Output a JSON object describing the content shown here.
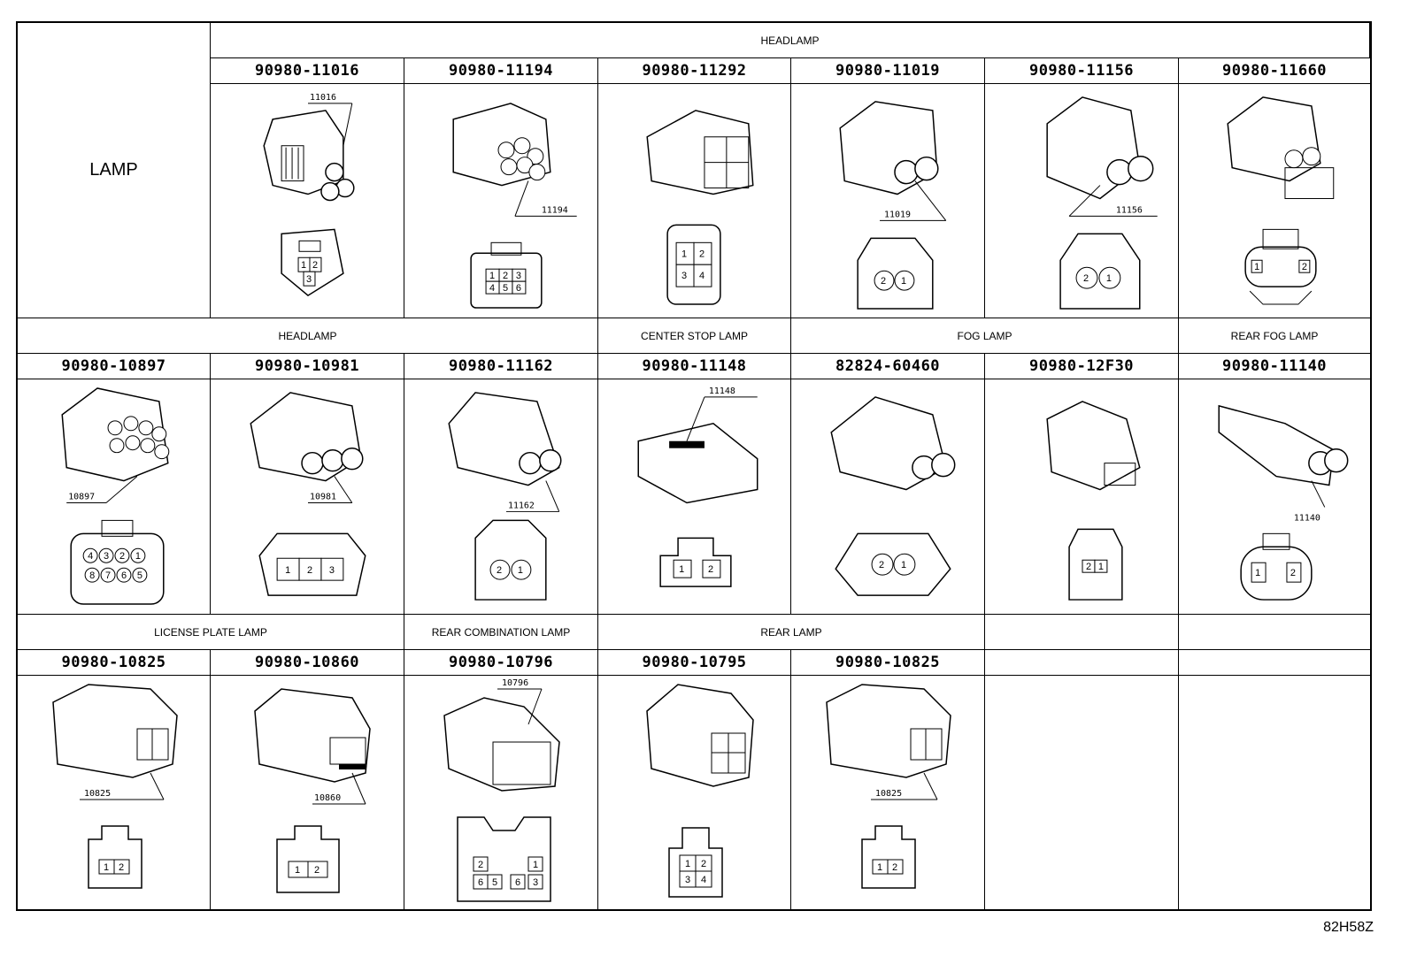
{
  "header_label": "LAMP",
  "drawing_number": "82H58Z",
  "rows": [
    {
      "sections": [
        {
          "label": "HEADLAMP",
          "span": 6
        }
      ],
      "parts": [
        "90980-11016",
        "90980-11194",
        "90980-11292",
        "90980-11019",
        "90980-11156",
        "90980-11660"
      ],
      "callouts": [
        "11016",
        "11194",
        "",
        "11019",
        "11156",
        ""
      ],
      "pins": [
        [
          "1",
          "2",
          "3"
        ],
        [
          "1",
          "2",
          "3",
          "4",
          "5",
          "6"
        ],
        [
          "1",
          "2",
          "3",
          "4"
        ],
        [
          "2",
          "1"
        ],
        [
          "2",
          "1"
        ],
        [
          "1",
          "2"
        ]
      ]
    },
    {
      "sections": [
        {
          "label": "HEADLAMP",
          "span": 3
        },
        {
          "label": "CENTER STOP LAMP",
          "span": 1
        },
        {
          "label": "FOG LAMP",
          "span": 2
        },
        {
          "label": "REAR FOG LAMP",
          "span": 1
        }
      ],
      "parts": [
        "90980-10897",
        "90980-10981",
        "90980-11162",
        "90980-11148",
        "82824-60460",
        "90980-12F30",
        "90980-11140"
      ],
      "callouts": [
        "10897",
        "10981",
        "11162",
        "11148",
        "",
        "",
        "11140"
      ],
      "pins": [
        [
          "4",
          "3",
          "2",
          "1",
          "8",
          "7",
          "6",
          "5"
        ],
        [
          "1",
          "2",
          "3"
        ],
        [
          "2",
          "1"
        ],
        [
          "1",
          "2"
        ],
        [
          "2",
          "1"
        ],
        [
          "2",
          "1"
        ],
        [
          "1",
          "2"
        ]
      ]
    },
    {
      "sections": [
        {
          "label": "LICENSE PLATE LAMP",
          "span": 2
        },
        {
          "label": "REAR COMBINATION LAMP",
          "span": 1
        },
        {
          "label": "REAR LAMP",
          "span": 2
        },
        {
          "label": "",
          "span": 1
        },
        {
          "label": "",
          "span": 1
        }
      ],
      "parts": [
        "90980-10825",
        "90980-10860",
        "90980-10796",
        "90980-10795",
        "90980-10825",
        "",
        ""
      ],
      "callouts": [
        "10825",
        "10860",
        "10796",
        "",
        "10825",
        "",
        ""
      ],
      "pins": [
        [
          "1",
          "2"
        ],
        [
          "1",
          "2"
        ],
        [
          "2",
          "1",
          "6",
          "5",
          "6",
          "3"
        ],
        [
          "1",
          "2",
          "3",
          "4"
        ],
        [
          "1",
          "2"
        ],
        [],
        []
      ]
    }
  ]
}
